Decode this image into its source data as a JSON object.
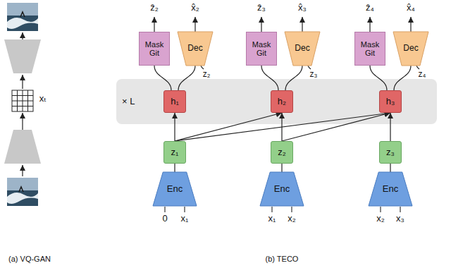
{
  "diagram": {
    "nodes": [
      {
        "text": [
          "Mask Git"
        ]
      },
      {
        "text": [
          "Dec"
        ]
      },
      {
        "text": [
          "Mask Git"
        ]
      },
      {
        "text": [
          "Dec"
        ]
      },
      {
        "text": [
          "Mask Git"
        ]
      },
      {
        "text": [
          "Dec"
        ]
      },
      {
        "text": [
          "× L"
        ]
      },
      {
        "text": [
          "h₁"
        ],
        "in": 6
      },
      {
        "text": [
          "h₂"
        ],
        "in": 6
      },
      {
        "text": [
          "h₃"
        ],
        "in": 6
      },
      {
        "text": [
          "z₁"
        ]
      },
      {
        "text": [
          "z₂"
        ]
      },
      {
        "text": [
          "z₃"
        ]
      },
      {
        "text": [
          "Enc"
        ]
      },
      {
        "text": [
          "Enc"
        ]
      },
      {
        "text": [
          "Enc"
        ]
      }
    ],
    "edges": [
      {
        "from": 10,
        "to": 7,
        "arrow": "to"
      },
      {
        "from": 10,
        "to": 8,
        "arrow": "to"
      },
      {
        "from": 10,
        "to": 9,
        "arrow": "to"
      },
      {
        "from": 11,
        "to": 8,
        "arrow": "to"
      },
      {
        "from": 11,
        "to": 9,
        "arrow": "to"
      },
      {
        "from": 12,
        "to": 9,
        "arrow": "to"
      },
      {
        "from": 13,
        "to": 10,
        "arrow": "none"
      },
      {
        "from": 14,
        "to": 11,
        "arrow": "none"
      },
      {
        "from": 15,
        "to": 12,
        "arrow": "none"
      },
      {
        "from": 7,
        "to": 0,
        "arrow": "none"
      },
      {
        "from": 7,
        "to": 1,
        "arrow": "none"
      },
      {
        "from": 8,
        "to": 2,
        "arrow": "none"
      },
      {
        "from": 8,
        "to": 3,
        "arrow": "none"
      },
      {
        "from": 9,
        "to": 4,
        "arrow": "none"
      },
      {
        "from": 9,
        "to": 5,
        "arrow": "none"
      }
    ],
    "labels": [
      "ẑ₂",
      "x̂₂",
      "ẑ₃",
      "x̂₃",
      "ẑ₄",
      "x̂₄",
      "z₂",
      "z₃",
      "z₄",
      "0",
      "x₁",
      "x₁",
      "x₂",
      "x₂",
      "x₃",
      "xₜ",
      "(a) VQ-GAN",
      "(b) TECO"
    ]
  }
}
